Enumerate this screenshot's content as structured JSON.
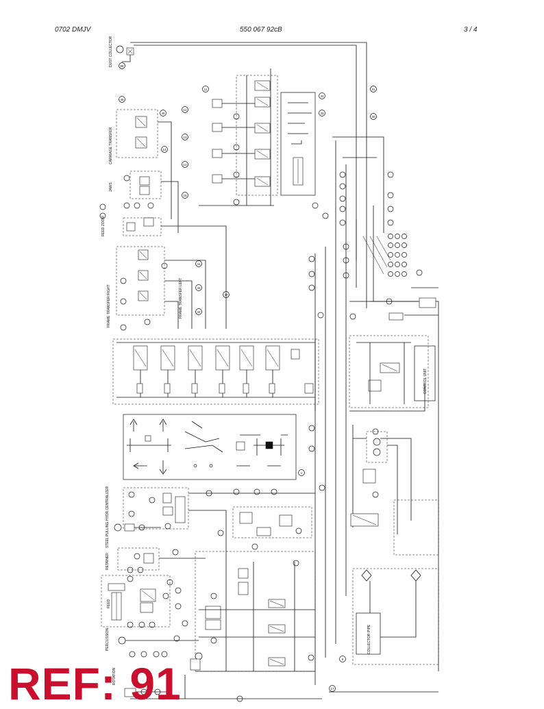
{
  "header": {
    "left": "0702 DMJV",
    "center": "550 067 92cB",
    "right": "3 /  4"
  },
  "stamp": {
    "text": "REF: 91",
    "color": "#c8102e"
  },
  "labels": {
    "dust_collector": "DUST COLLECTOR",
    "carriage_transfer": "CARRIAGE TRANSFER",
    "jaws": "JAWS",
    "feed_zoom": "FEED ZOOM",
    "frame_transfer_right": "FRAME TRANSFER RIGHT",
    "frame_transfer_left": "FRAME TRANSFER LEFT",
    "control_unit": "CONTROL UNIT",
    "return_collector": "COLLECTOR PIPE",
    "feed": "FEED",
    "retainer": "RETAINER",
    "percussion": "PERCUSSION",
    "rotation": "ROTATION",
    "steel_pulling": "STEEL PULLING",
    "hydr_centralizer": "HYDR.CENTRALIZER"
  }
}
